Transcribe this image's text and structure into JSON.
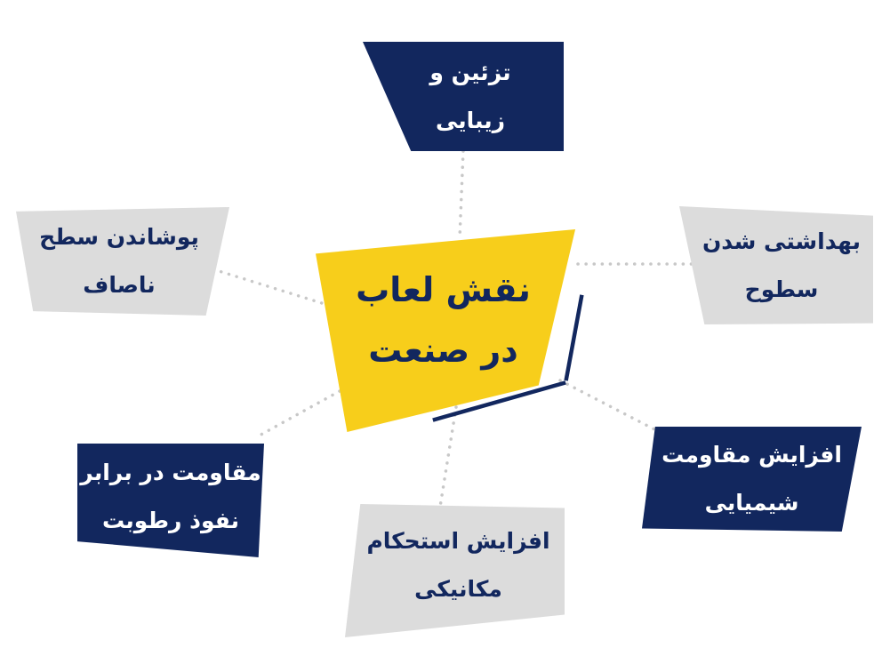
{
  "colors": {
    "navy": "#12275e",
    "grey": "#dcdcdc",
    "yellow": "#f7ce1b",
    "connector": "#c8c8c8"
  },
  "center": {
    "line1": "نقش لعاب",
    "line2": "در صنعت"
  },
  "nodes": {
    "top": {
      "line1": "تزئین و",
      "line2": "زیبایی"
    },
    "top_left": {
      "line1": "پوشاندن سطح",
      "line2": "ناصاف"
    },
    "top_right": {
      "line1": "بهداشتی شدن",
      "line2": "سطوح"
    },
    "right": {
      "line1": "افزایش مقاومت",
      "line2": "شیمیایی"
    },
    "bottom": {
      "line1": "افزایش استحکام",
      "line2": "مکانیکی"
    },
    "left": {
      "line1": "مقاومت در برابر",
      "line2": "نفوذ رطوبت"
    }
  }
}
